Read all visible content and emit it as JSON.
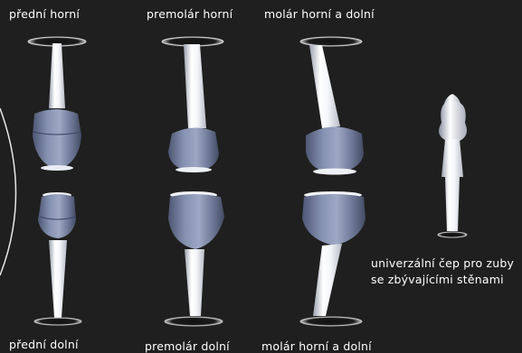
{
  "labels": {
    "top": [
      "přední horní",
      "premolár horní",
      "molár horní a dolní"
    ],
    "bottom": [
      "přední dolní",
      "premolár dolní",
      "molár horní a dolní"
    ],
    "side": [
      "univerzální čep pro zuby",
      "se zbývajícími stěnami"
    ]
  },
  "colors": {
    "background": "#1f1f1f",
    "text": "#ffffff",
    "cap": "#7a86a6",
    "shaft": "#ffffff"
  }
}
